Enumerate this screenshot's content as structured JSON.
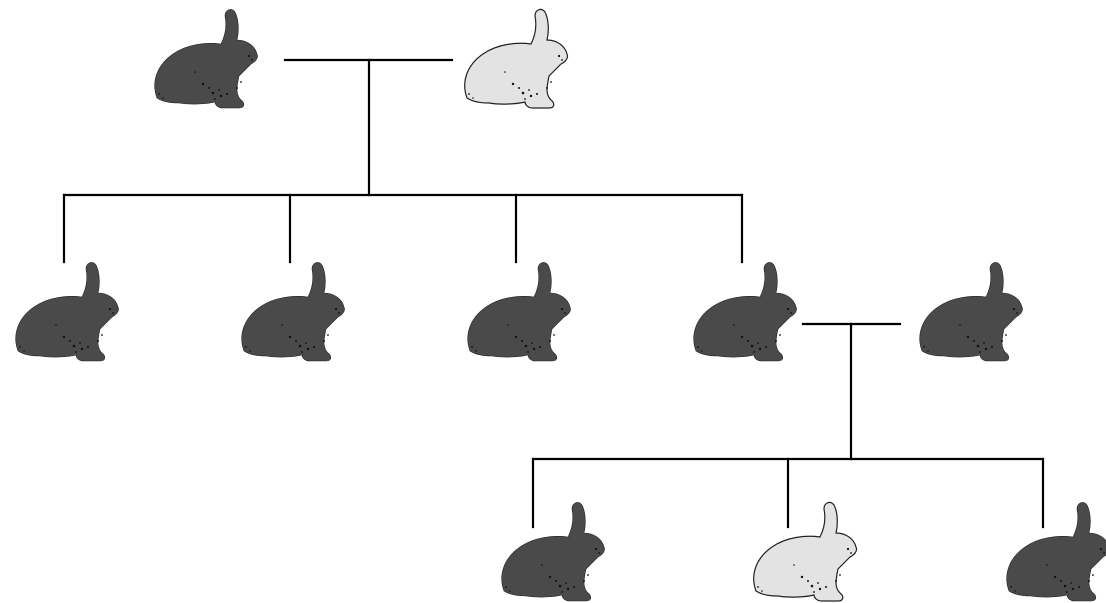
{
  "colors": {
    "dark_fur": "#4a4a4a",
    "light_fur": "#e3e3e3",
    "outline": "#222222",
    "speckle": "#111111",
    "line": "#000000"
  },
  "generations": [
    {
      "rabbits": [
        {
          "id": "p1",
          "fur": "dark",
          "facing": "right"
        },
        {
          "id": "p2",
          "fur": "light",
          "facing": "right"
        }
      ]
    },
    {
      "rabbits": [
        {
          "id": "f1a",
          "fur": "dark",
          "facing": "right"
        },
        {
          "id": "f1b",
          "fur": "dark",
          "facing": "right"
        },
        {
          "id": "f1c",
          "fur": "dark",
          "facing": "right"
        },
        {
          "id": "f1d",
          "fur": "dark",
          "facing": "right"
        },
        {
          "id": "f1e",
          "fur": "dark",
          "facing": "right"
        }
      ]
    },
    {
      "rabbits": [
        {
          "id": "f2a",
          "fur": "dark",
          "facing": "right"
        },
        {
          "id": "f2b",
          "fur": "light",
          "facing": "right"
        },
        {
          "id": "f2c",
          "fur": "dark",
          "facing": "right"
        }
      ]
    }
  ],
  "matings": [
    {
      "parents": [
        "p1",
        "p2"
      ],
      "offspring": [
        "f1a",
        "f1b",
        "f1c",
        "f1d"
      ]
    },
    {
      "parents": [
        "f1d",
        "f1e"
      ],
      "offspring": [
        "f2a",
        "f2b",
        "f2c"
      ]
    }
  ]
}
